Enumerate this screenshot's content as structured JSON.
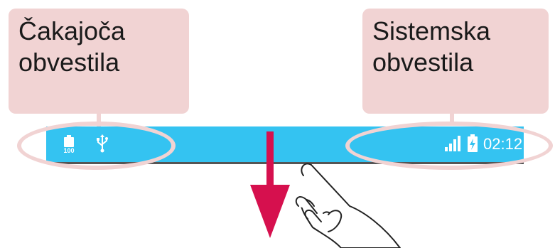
{
  "callouts": {
    "pending": {
      "line1": "Čakajoča",
      "line2": "obvestila"
    },
    "system": {
      "line1": "Sistemska",
      "line2": "obvestila"
    }
  },
  "status_bar": {
    "time": "02:12",
    "background": "#34c3f1",
    "left_icons": [
      "full-battery-notification-icon",
      "usb-icon"
    ],
    "right_icons": [
      "signal-strength-icon",
      "charging-battery-icon"
    ]
  },
  "colors": {
    "callout_fill": "#f1d3d3",
    "arrow": "#d6104e"
  }
}
